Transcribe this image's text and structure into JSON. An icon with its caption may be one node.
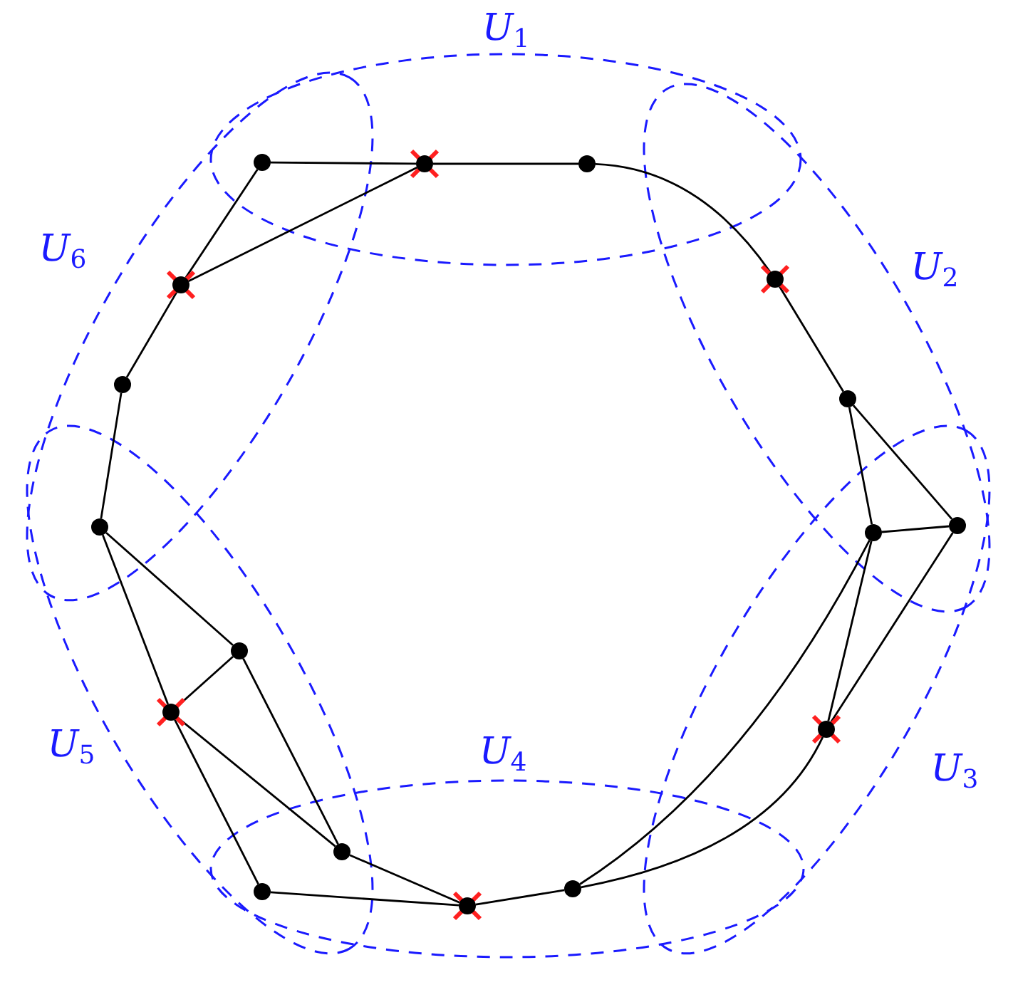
{
  "diagram": {
    "nodes": [
      {
        "text": [
          "U$_{1}$"
        ]
      },
      {
        "text": [
          "U$_{2}$"
        ]
      },
      {
        "text": [
          "U$_{3}$"
        ]
      },
      {
        "text": [
          "U$_{4}$"
        ]
      },
      {
        "text": [
          "U$_{5}$"
        ]
      },
      {
        "text": [
          "U$_{6}$"
        ]
      },
      {
        "text": [],
        "shape": "circle"
      },
      {
        "text": [],
        "shape": "circle",
        "in": 0
      },
      {
        "text": [],
        "shape": "circle",
        "in": 0
      },
      {
        "text": [],
        "shape": "circle",
        "in": 1
      },
      {
        "text": [],
        "shape": "circle",
        "in": 5
      },
      {
        "text": [],
        "shape": "circle",
        "in": 5
      },
      {
        "text": [],
        "shape": "circle",
        "in": 1
      },
      {
        "text": [],
        "shape": "circle"
      },
      {
        "text": [],
        "shape": "circle"
      },
      {
        "text": [],
        "shape": "circle"
      },
      {
        "text": [],
        "shape": "circle",
        "in": 4
      },
      {
        "text": [],
        "shape": "circle",
        "in": 4
      },
      {
        "text": [],
        "shape": "circle",
        "in": 2
      },
      {
        "text": [],
        "shape": "circle"
      },
      {
        "text": [],
        "shape": "circle",
        "in": 3
      },
      {
        "text": [],
        "shape": "circle"
      },
      {
        "text": [],
        "shape": "circle",
        "in": 3
      }
    ],
    "edges": [
      {
        "from": 6,
        "to": 7,
        "arrow": "none"
      },
      {
        "from": 7,
        "to": 8,
        "arrow": "none"
      },
      {
        "from": 8,
        "to": 9,
        "arrow": "none"
      },
      {
        "from": 6,
        "to": 10,
        "arrow": "none"
      },
      {
        "from": 10,
        "to": 7,
        "arrow": "none"
      },
      {
        "from": 10,
        "to": 11,
        "arrow": "none"
      },
      {
        "from": 9,
        "to": 12,
        "arrow": "none"
      },
      {
        "from": 12,
        "to": 13,
        "arrow": "none"
      },
      {
        "from": 12,
        "to": 15,
        "arrow": "none"
      },
      {
        "from": 15,
        "to": 13,
        "arrow": "none"
      },
      {
        "from": 13,
        "to": 18,
        "arrow": "none"
      },
      {
        "from": 15,
        "to": 18,
        "arrow": "none"
      },
      {
        "from": 15,
        "to": 20,
        "arrow": "none"
      },
      {
        "from": 18,
        "to": 20,
        "arrow": "none"
      },
      {
        "from": 11,
        "to": 14,
        "arrow": "none"
      },
      {
        "from": 14,
        "to": 16,
        "arrow": "none"
      },
      {
        "from": 14,
        "to": 17,
        "arrow": "none"
      },
      {
        "from": 16,
        "to": 17,
        "arrow": "none"
      },
      {
        "from": 17,
        "to": 21,
        "arrow": "none"
      },
      {
        "from": 17,
        "to": 19,
        "arrow": "none"
      },
      {
        "from": 16,
        "to": 19,
        "arrow": "none"
      },
      {
        "from": 19,
        "to": 22,
        "arrow": "none"
      },
      {
        "from": 21,
        "to": 22,
        "arrow": "none"
      },
      {
        "from": 22,
        "to": 20,
        "arrow": "none"
      }
    ]
  }
}
